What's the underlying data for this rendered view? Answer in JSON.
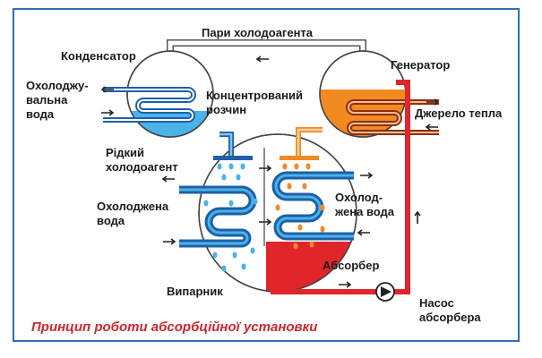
{
  "labels": {
    "vapor": "Пари холодоагента",
    "condenser": "Конденсатор",
    "generator": "Генератор",
    "cooling_water_1": "Охолоджу-",
    "cooling_water_2": "вальна",
    "cooling_water_3": "вода",
    "concentrated_1": "Концентрований",
    "concentrated_2": "розчин",
    "heat_source": "Джерело тепла",
    "liquid_refrig_1": "Рідкий",
    "liquid_refrig_2": "холодоагент",
    "chilled_left_1": "Охолоджена",
    "chilled_left_2": "вода",
    "chilled_right_1": "Охолод-",
    "chilled_right_2": "жена вода",
    "absorber": "Абсорбер",
    "evaporator": "Випарник",
    "pump_1": "Насос",
    "pump_2": "абсорбера"
  },
  "caption": "Принцип роботи абсорбційної установки",
  "colors": {
    "frame": "#2f6fb3",
    "coil_blue": "#1f5fa8",
    "liquid_blue": "#4ab3e8",
    "hot_orange": "#f28a22",
    "absorber_red": "#e0262b",
    "caption_red": "#d0262e"
  }
}
